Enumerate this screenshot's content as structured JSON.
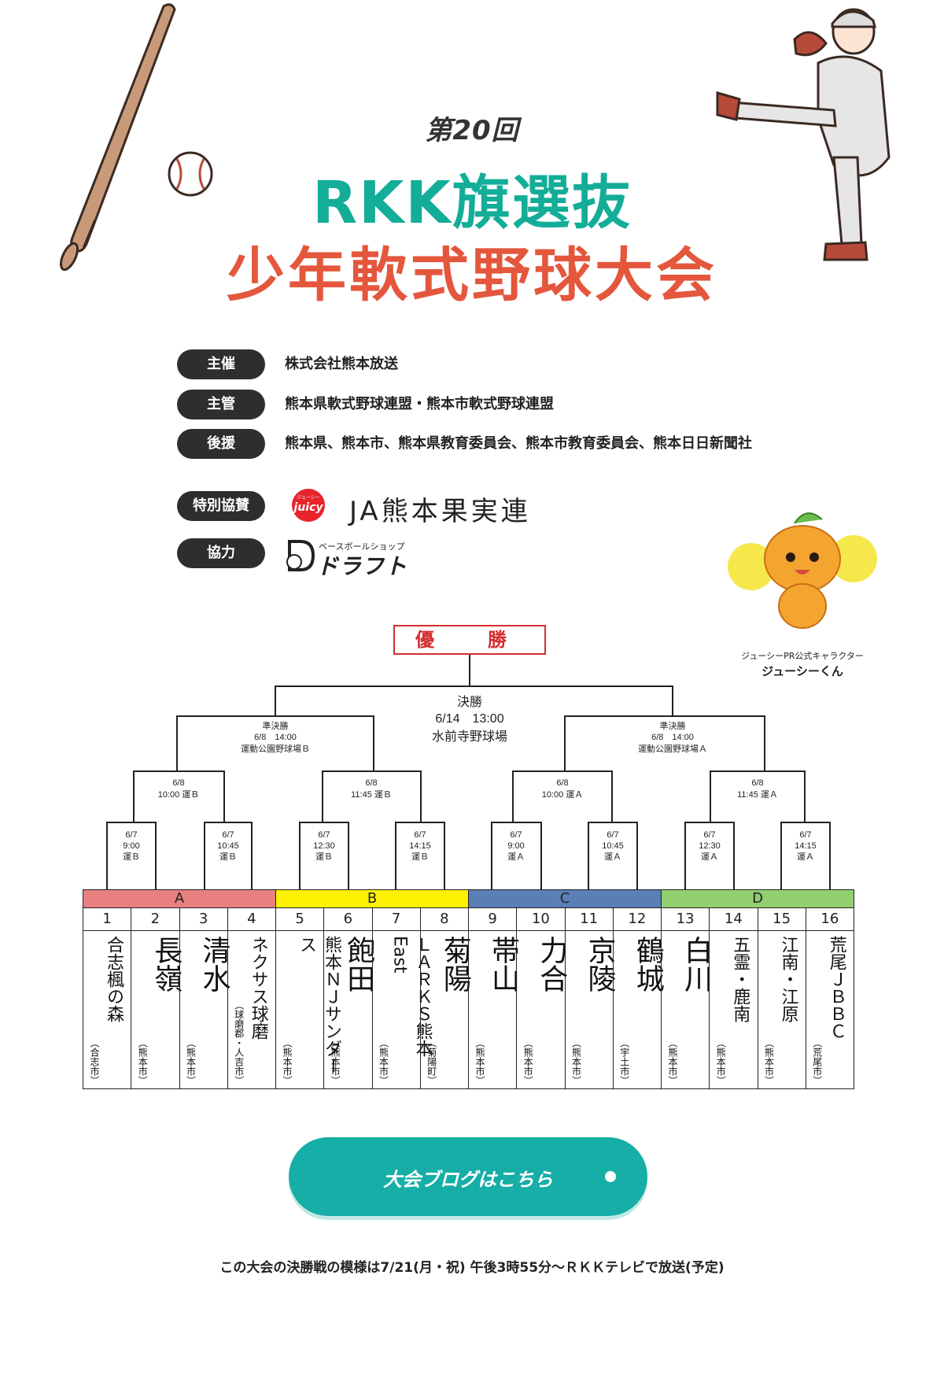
{
  "header": {
    "edition": "第20回",
    "title_line1": "RKK旗選抜",
    "title_line2": "少年軟式野球大会"
  },
  "organizers": [
    {
      "label": "主催",
      "value": "株式会社熊本放送"
    },
    {
      "label": "主管",
      "value": "熊本県軟式野球連盟・熊本市軟式野球連盟"
    },
    {
      "label": "後援",
      "value": "熊本県、熊本市、熊本県教育委員会、熊本市教育委員会、熊本日日新聞社"
    }
  ],
  "special_sponsor": {
    "label": "特別協賛",
    "logo_text": "juicy",
    "logo_small": "ジューシー",
    "name": "JA熊本果実連"
  },
  "cooperation": {
    "label": "協力",
    "logo_small": "ベースボールショップ",
    "name": "ドラフト"
  },
  "mascot": {
    "caption1": "ジューシーPR公式キャラクター",
    "caption2": "ジューシーくん"
  },
  "bracket": {
    "champion_label": "優　勝",
    "final": {
      "label": "決勝",
      "datetime": "6/14　13:00",
      "venue": "水前寺野球場"
    },
    "semis": [
      {
        "label": "準決勝",
        "datetime": "6/8　14:00",
        "venue": "運動公園野球場Ｂ"
      },
      {
        "label": "準決勝",
        "datetime": "6/8　14:00",
        "venue": "運動公園野球場Ａ"
      }
    ],
    "quarters": [
      {
        "date": "6/8",
        "time_venue": "10:00 運Ｂ"
      },
      {
        "date": "6/8",
        "time_venue": "11:45 運Ｂ"
      },
      {
        "date": "6/8",
        "time_venue": "10:00 運Ａ"
      },
      {
        "date": "6/8",
        "time_venue": "11:45 運Ａ"
      }
    ],
    "first_round": [
      {
        "date": "6/7",
        "time": "9:00",
        "venue": "運Ｂ"
      },
      {
        "date": "6/7",
        "time": "10:45",
        "venue": "運Ｂ"
      },
      {
        "date": "6/7",
        "time": "12:30",
        "venue": "運Ｂ"
      },
      {
        "date": "6/7",
        "time": "14:15",
        "venue": "運Ｂ"
      },
      {
        "date": "6/7",
        "time": "9:00",
        "venue": "運Ａ"
      },
      {
        "date": "6/7",
        "time": "10:45",
        "venue": "運Ａ"
      },
      {
        "date": "6/7",
        "time": "12:30",
        "venue": "運Ａ"
      },
      {
        "date": "6/7",
        "time": "14:15",
        "venue": "運Ａ"
      }
    ],
    "groups": [
      {
        "name": "A",
        "color": "#e88080"
      },
      {
        "name": "B",
        "color": "#fff200"
      },
      {
        "name": "C",
        "color": "#5b7fb5"
      },
      {
        "name": "D",
        "color": "#92cf6e"
      }
    ],
    "teams": [
      {
        "no": "1",
        "name": "合志楓の森",
        "city": "（合志市）"
      },
      {
        "no": "2",
        "name": "長嶺",
        "city": "（熊本市）"
      },
      {
        "no": "3",
        "name": "清水",
        "city": "（熊本市）"
      },
      {
        "no": "4",
        "name": "ネクサス球磨",
        "city": "（球磨郡・人吉市）"
      },
      {
        "no": "5",
        "name": "熊本ＮＪサンダース",
        "city": "（熊本市）"
      },
      {
        "no": "6",
        "name": "飽田",
        "city": "（熊本市）"
      },
      {
        "no": "7",
        "name": "ＬＡＲＫＳ熊本East",
        "city": "（熊本市）"
      },
      {
        "no": "8",
        "name": "菊陽",
        "city": "（菊陽町）"
      },
      {
        "no": "9",
        "name": "帯山",
        "city": "（熊本市）"
      },
      {
        "no": "10",
        "name": "力合",
        "city": "（熊本市）"
      },
      {
        "no": "11",
        "name": "京陵",
        "city": "（熊本市）"
      },
      {
        "no": "12",
        "name": "鶴城",
        "city": "（宇土市）"
      },
      {
        "no": "13",
        "name": "白川",
        "city": "（熊本市）"
      },
      {
        "no": "14",
        "name": "五霊・鹿南",
        "city": "（熊本市）"
      },
      {
        "no": "15",
        "name": "江南・江原",
        "city": "（熊本市）"
      },
      {
        "no": "16",
        "name": "荒尾ＪＢＢＣ",
        "city": "（荒尾市）"
      }
    ]
  },
  "cta": {
    "label": "大会ブログはこちら"
  },
  "broadcast_note": "この大会の決勝戦の模様は7/21(月・祝) 午後3時55分～ＲＫＫテレビで放送(予定)"
}
